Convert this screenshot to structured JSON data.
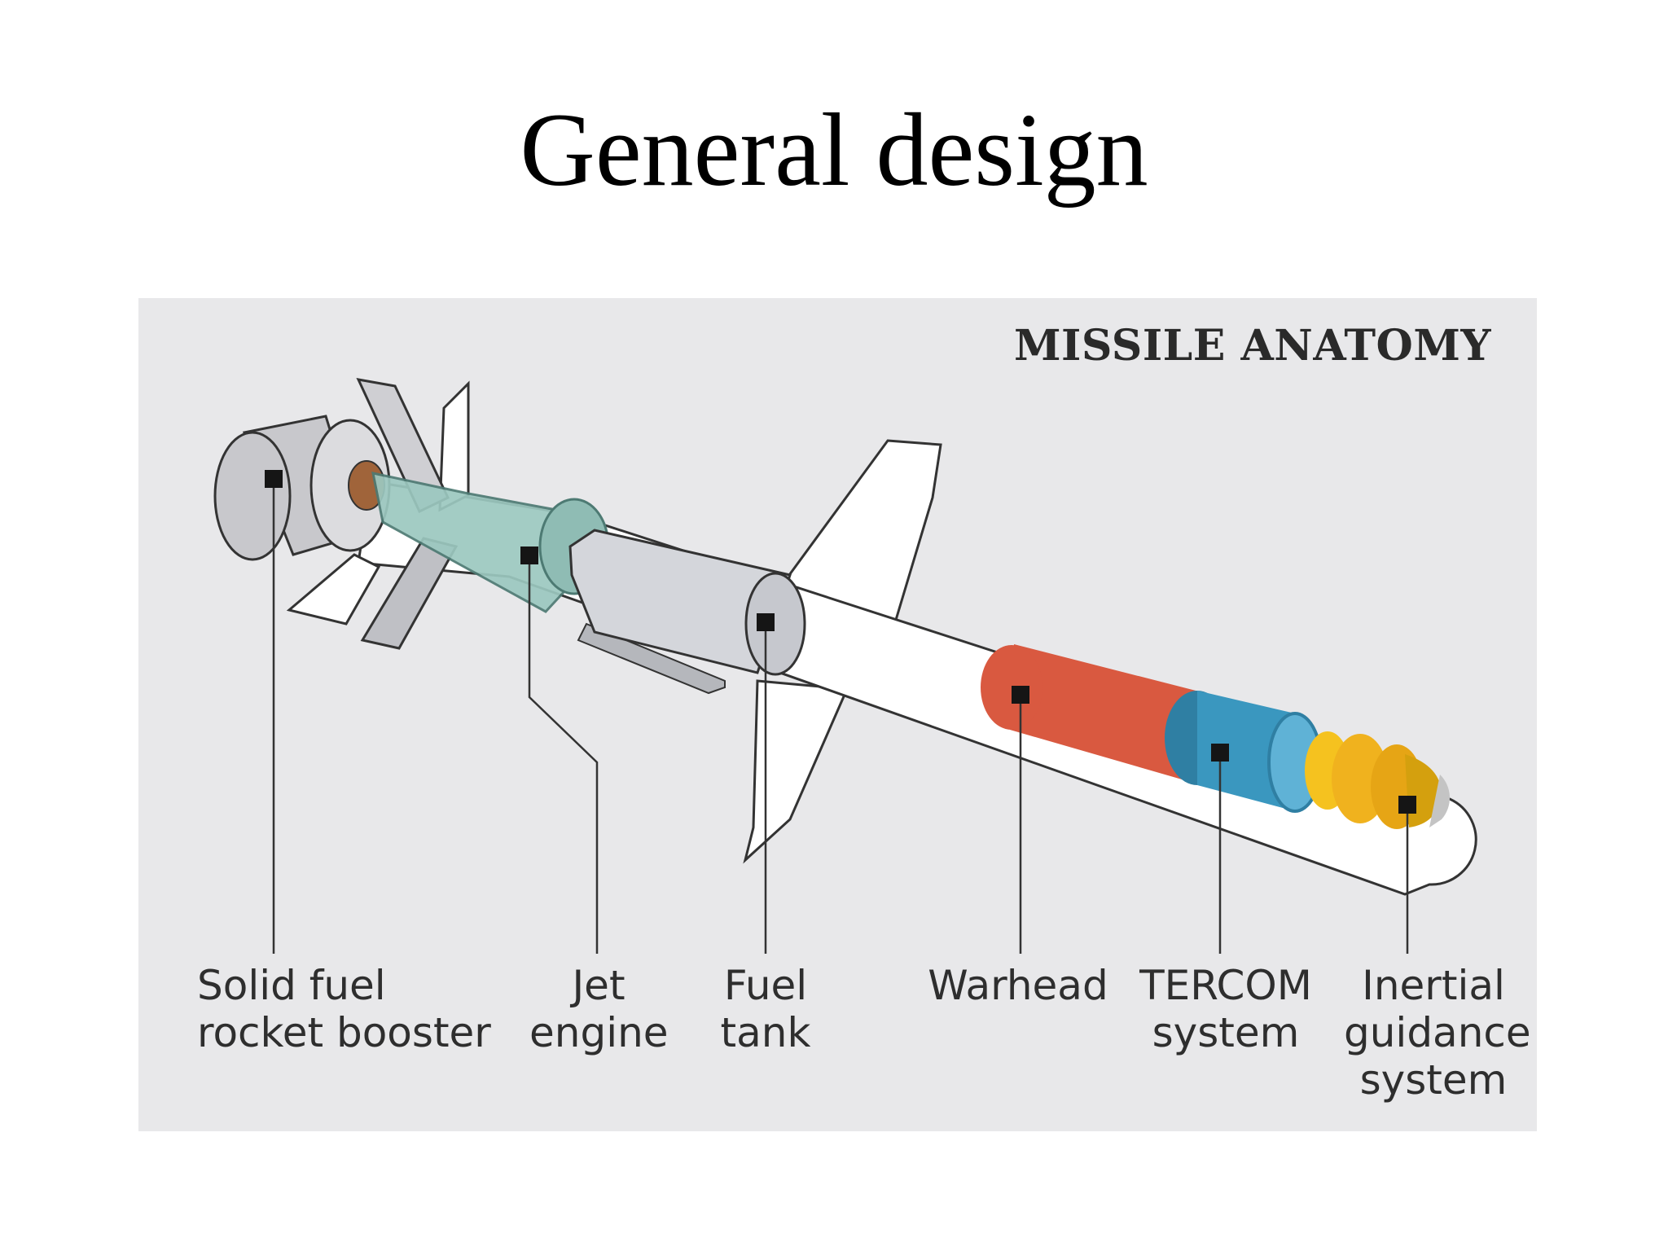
{
  "slide": {
    "title": "General design"
  },
  "figure": {
    "heading": "MISSILE ANATOMY",
    "parts": [
      {
        "id": "booster",
        "lines": [
          "Solid fuel",
          "rocket booster"
        ]
      },
      {
        "id": "jet",
        "lines": [
          "Jet",
          "engine"
        ]
      },
      {
        "id": "fuel",
        "lines": [
          "Fuel",
          "tank"
        ]
      },
      {
        "id": "warhead",
        "lines": [
          "Warhead"
        ]
      },
      {
        "id": "tercom",
        "lines": [
          "TERCOM",
          "system"
        ]
      },
      {
        "id": "ins",
        "lines": [
          "Inertial",
          "guidance",
          "system"
        ]
      }
    ],
    "colors": {
      "background": "#e8e8ea",
      "body": "#ffffff",
      "booster": "#c8c8cc",
      "jet_engine": "#9cc8c0",
      "fuel_tank": "#d4d6db",
      "warhead": "#d95940",
      "tercom": "#3a97bf",
      "guidance": "#f0b21e",
      "leader": "#333333",
      "marker": "#151515"
    }
  }
}
